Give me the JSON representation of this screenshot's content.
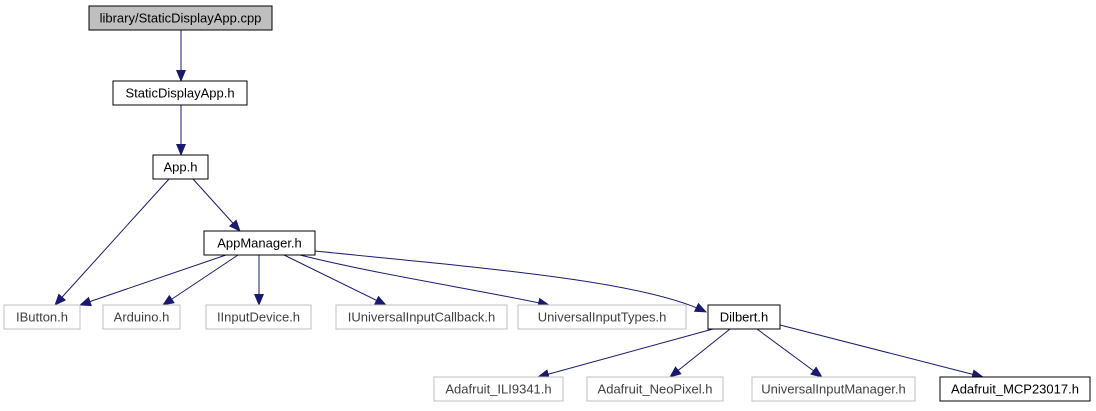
{
  "graph": {
    "nodes": [
      {
        "id": "n0",
        "label": "library/StaticDisplayApp.cpp",
        "style": "root"
      },
      {
        "id": "n1",
        "label": "StaticDisplayApp.h",
        "style": "normal"
      },
      {
        "id": "n2",
        "label": "App.h",
        "style": "normal"
      },
      {
        "id": "n3",
        "label": "AppManager.h",
        "style": "normal"
      },
      {
        "id": "n4",
        "label": "IButton.h",
        "style": "external"
      },
      {
        "id": "n5",
        "label": "Arduino.h",
        "style": "external"
      },
      {
        "id": "n6",
        "label": "IInputDevice.h",
        "style": "external"
      },
      {
        "id": "n7",
        "label": "IUniversalInputCallback.h",
        "style": "external"
      },
      {
        "id": "n8",
        "label": "UniversalInputTypes.h",
        "style": "external"
      },
      {
        "id": "n9",
        "label": "Dilbert.h",
        "style": "normal"
      },
      {
        "id": "n10",
        "label": "Adafruit_ILI9341.h",
        "style": "external"
      },
      {
        "id": "n11",
        "label": "Adafruit_NeoPixel.h",
        "style": "external"
      },
      {
        "id": "n12",
        "label": "UniversalInputManager.h",
        "style": "external"
      },
      {
        "id": "n13",
        "label": "Adafruit_MCP23017.h",
        "style": "normal"
      }
    ],
    "edges": [
      [
        "n0",
        "n1"
      ],
      [
        "n1",
        "n2"
      ],
      [
        "n2",
        "n4"
      ],
      [
        "n2",
        "n3"
      ],
      [
        "n3",
        "n4"
      ],
      [
        "n3",
        "n5"
      ],
      [
        "n3",
        "n6"
      ],
      [
        "n3",
        "n7"
      ],
      [
        "n3",
        "n8"
      ],
      [
        "n3",
        "n9"
      ],
      [
        "n9",
        "n10"
      ],
      [
        "n9",
        "n11"
      ],
      [
        "n9",
        "n12"
      ],
      [
        "n9",
        "n13"
      ]
    ],
    "colors": {
      "edge": "#191970",
      "root_fill": "#bfbfbf",
      "normal_border": "#000000",
      "external_border": "#bfbfbf",
      "normal_text": "#000000",
      "external_text": "#404040"
    }
  }
}
